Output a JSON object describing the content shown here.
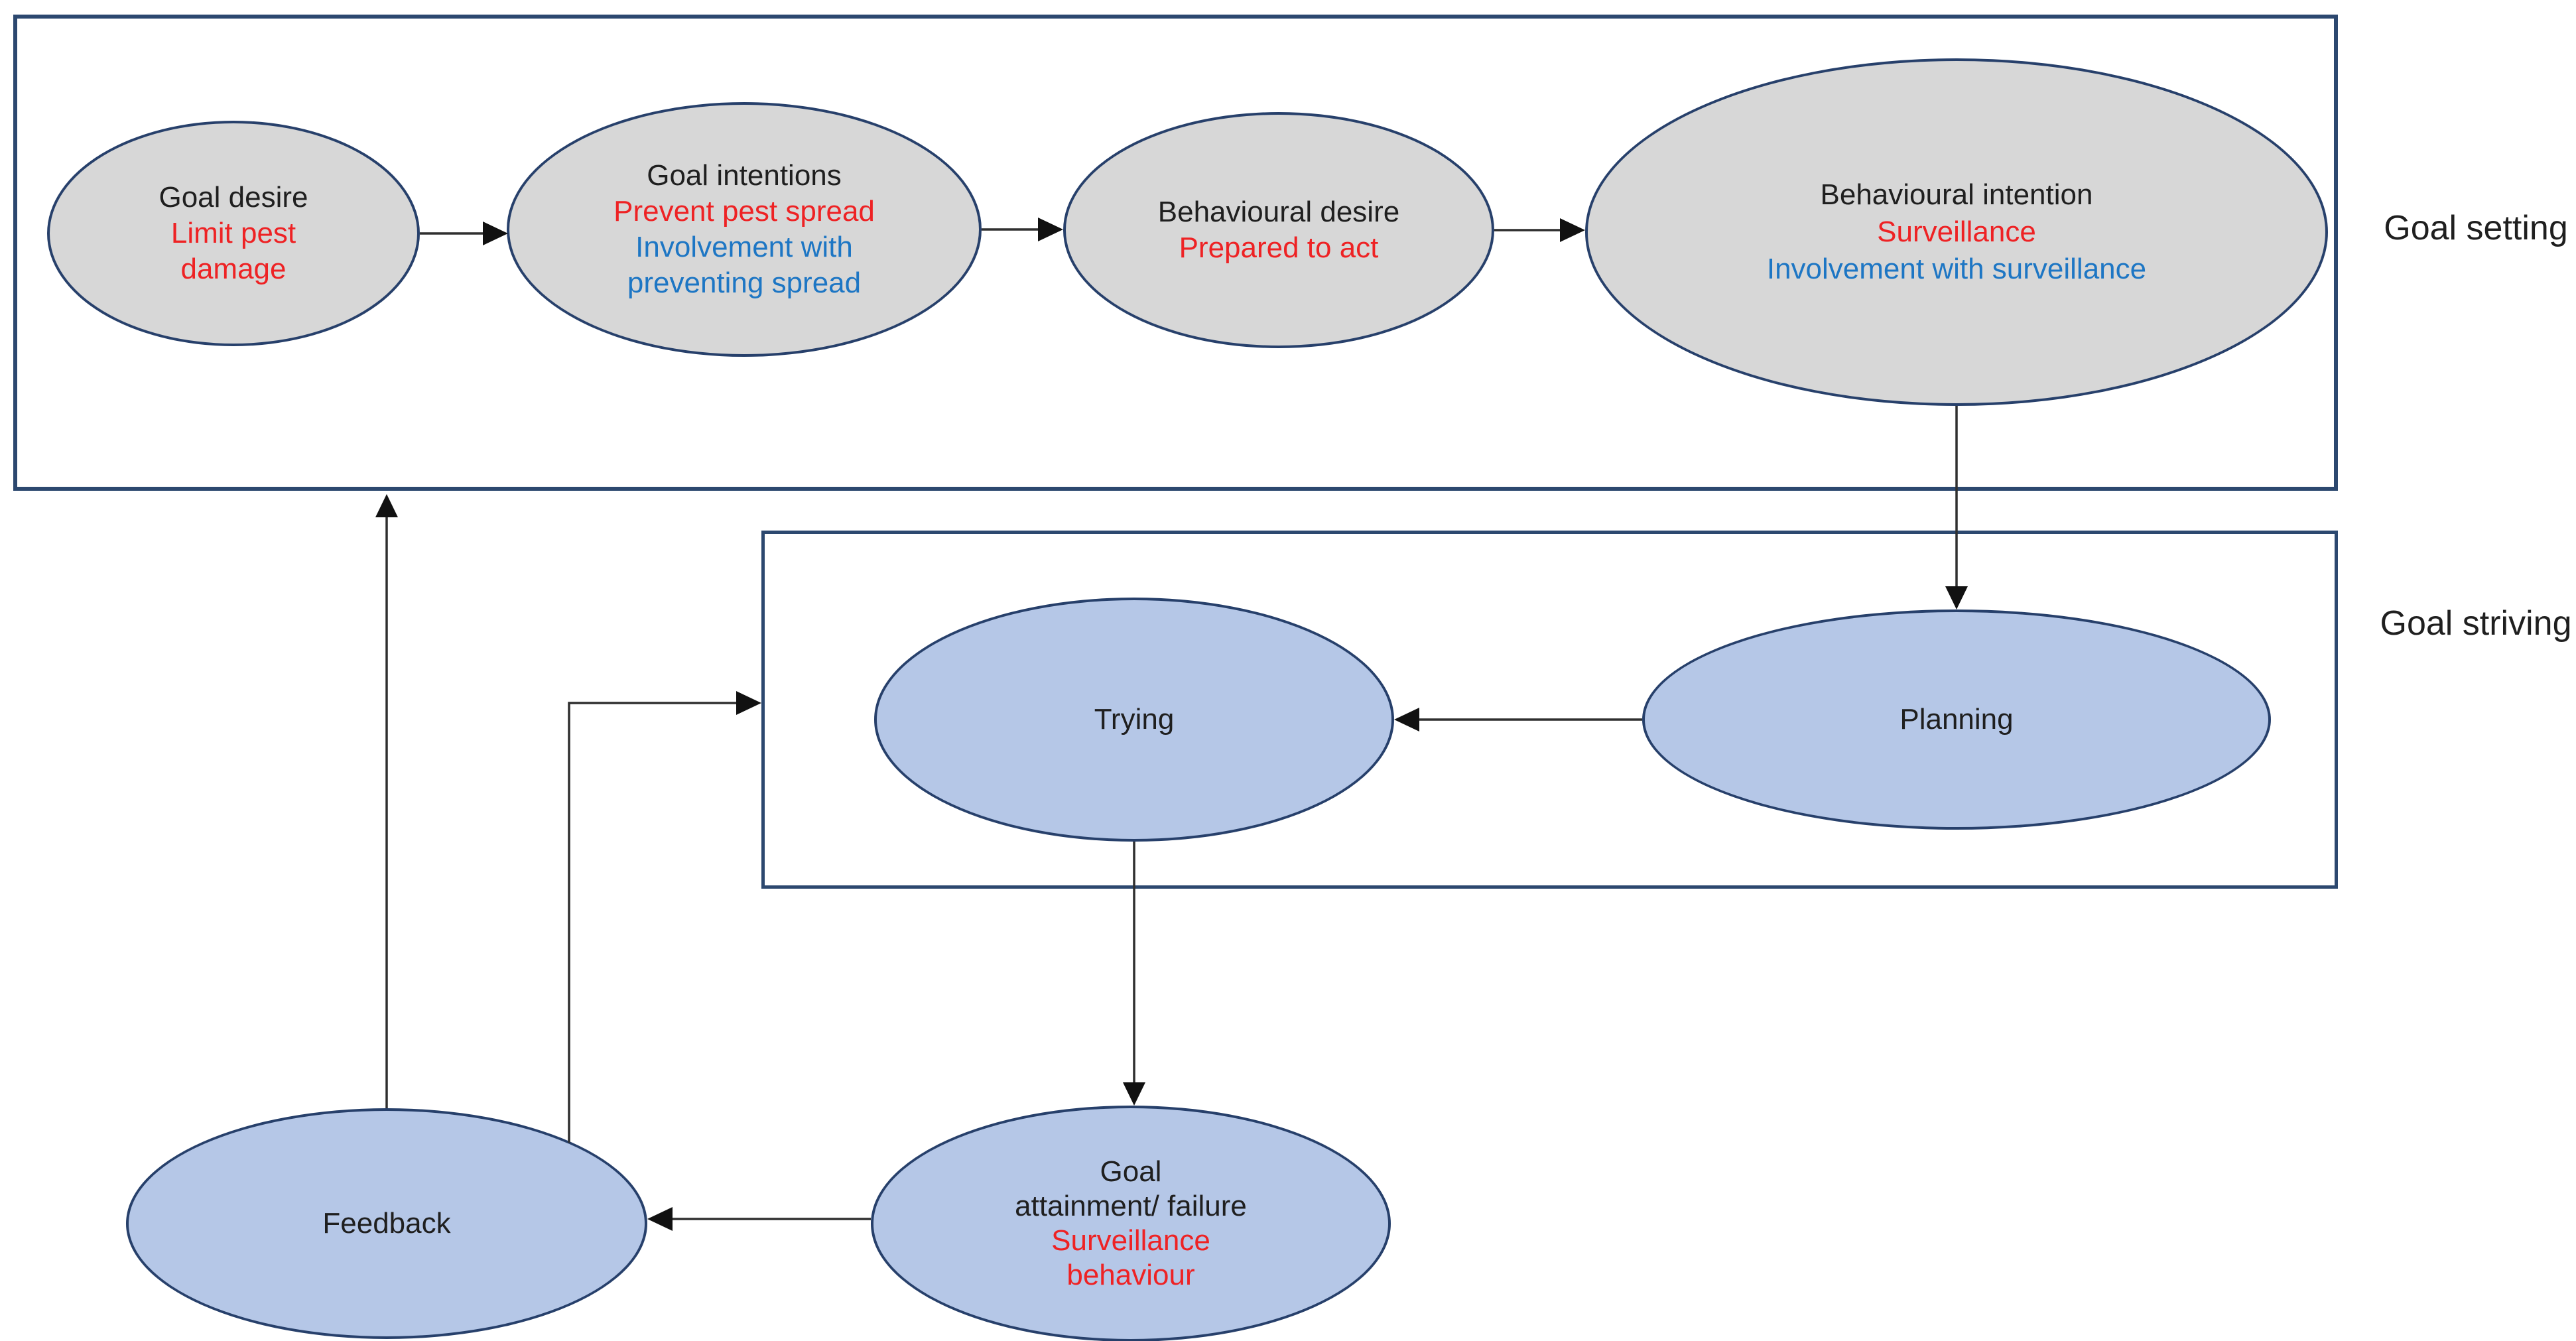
{
  "palette": {
    "gray_node_fill": "#d7d7d7",
    "blue_node_fill": "#b5c7e7",
    "node_border": "#27406b",
    "box_border": "#2c486f",
    "black_text": "#1f1f1f",
    "red_text": "#ee2224",
    "blue_text": "#1d76c4",
    "arrow": "#2f2f2f"
  },
  "labels": {
    "goal_setting": "Goal setting",
    "goal_striving": "Goal striving"
  },
  "nodes": {
    "goal_desire": {
      "lines": [
        {
          "text": "Goal desire",
          "color": "black"
        },
        {
          "text": "Limit pest",
          "color": "red"
        },
        {
          "text": "damage",
          "color": "red"
        }
      ]
    },
    "goal_intentions": {
      "lines": [
        {
          "text": "Goal intentions",
          "color": "black"
        },
        {
          "text": "Prevent pest spread",
          "color": "red"
        },
        {
          "text": "Involvement with",
          "color": "blue"
        },
        {
          "text": "preventing spread",
          "color": "blue"
        }
      ]
    },
    "behavioural_desire": {
      "lines": [
        {
          "text": "Behavioural desire",
          "color": "black"
        },
        {
          "text": "Prepared to act",
          "color": "red"
        }
      ]
    },
    "behavioural_intention": {
      "lines": [
        {
          "text": "Behavioural intention",
          "color": "black"
        },
        {
          "text": "Surveillance",
          "color": "red"
        },
        {
          "text": "Involvement with surveillance",
          "color": "blue"
        }
      ]
    },
    "trying": {
      "lines": [
        {
          "text": "Trying",
          "color": "black"
        }
      ]
    },
    "planning": {
      "lines": [
        {
          "text": "Planning",
          "color": "black"
        }
      ]
    },
    "feedback": {
      "lines": [
        {
          "text": "Feedback",
          "color": "black"
        }
      ]
    },
    "goal_attainment": {
      "lines": [
        {
          "text": "Goal",
          "color": "black"
        },
        {
          "text": "attainment/ failure",
          "color": "black"
        },
        {
          "text": "Surveillance",
          "color": "red"
        },
        {
          "text": "behaviour",
          "color": "red"
        }
      ]
    }
  },
  "arrows": [
    {
      "from": "goal_desire",
      "to": "goal_intentions"
    },
    {
      "from": "goal_intentions",
      "to": "behavioural_desire"
    },
    {
      "from": "behavioural_desire",
      "to": "behavioural_intention"
    },
    {
      "from": "behavioural_intention",
      "to": "planning"
    },
    {
      "from": "planning",
      "to": "trying"
    },
    {
      "from": "trying",
      "to": "goal_attainment"
    },
    {
      "from": "goal_attainment",
      "to": "feedback"
    },
    {
      "from": "feedback",
      "to": "goal_setting_box"
    },
    {
      "from": "feedback",
      "to": "trying"
    }
  ]
}
